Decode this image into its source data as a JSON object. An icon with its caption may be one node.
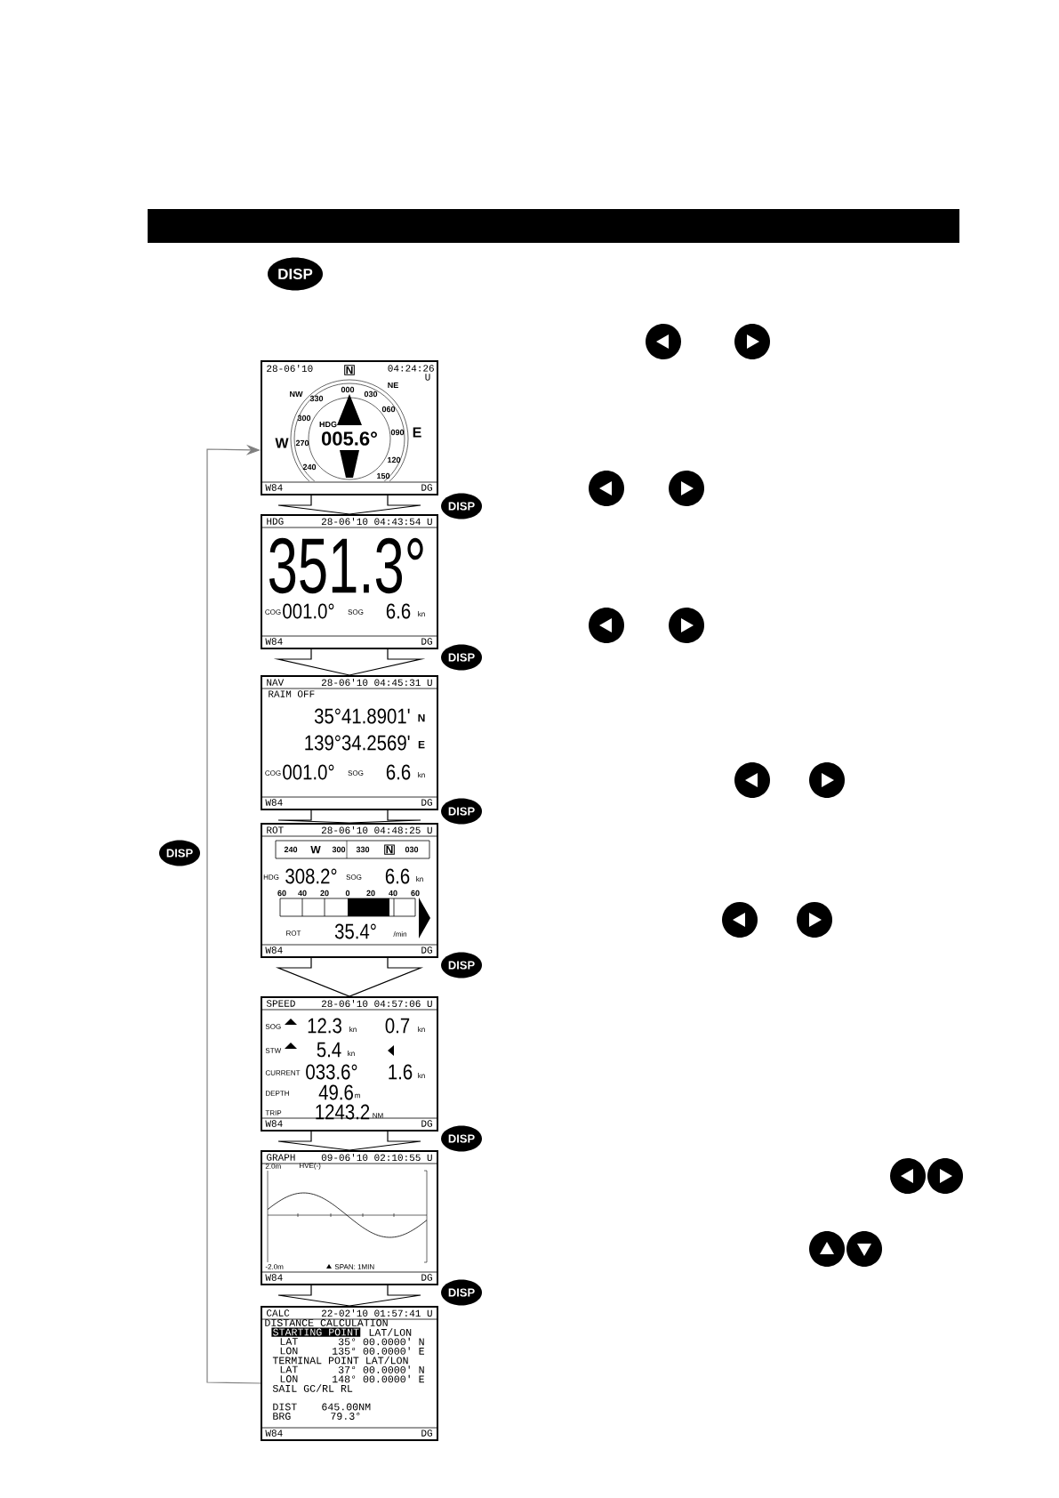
{
  "diagram": {
    "nodes": [
      {
        "text": [
          "DISP"
        ]
      },
      {
        "text": [
          "28-06'10",
          "N",
          "04:24:26",
          "U",
          "NW",
          "330",
          "000",
          "030",
          "NE",
          "060",
          "300",
          "HDG",
          "005.6°",
          "090",
          "E",
          "W",
          "270",
          "120",
          "240",
          "150",
          "W84",
          "DG"
        ]
      },
      {
        "text": [
          "HDG",
          "28-06'10 04:43:54 U",
          "351.3°",
          "COG",
          "001.0°",
          "SOG",
          "6.6",
          "kn",
          "W84",
          "DG"
        ]
      },
      {
        "text": [
          "NAV",
          "28-06'10 04:45:31 U",
          "RAIM OFF",
          "35°41.8901'",
          "N",
          "139°34.2569'",
          "E",
          "COG",
          "001.0°",
          "SOG",
          "6.6",
          "kn",
          "W84",
          "DG"
        ]
      },
      {
        "text": [
          "ROT",
          "28-06'10 04:48:25 U",
          "240",
          "W",
          "300",
          "330",
          "N",
          "030",
          "HDG",
          "308.2°",
          "SOG",
          "6.6",
          "kn",
          "60",
          "40",
          "20",
          "0",
          "20",
          "40",
          "60",
          "ROT",
          "35.4°",
          "/min",
          "W84",
          "DG"
        ]
      },
      {
        "text": [
          "SPEED",
          "28-06'10 04:57:06 U",
          "SOG",
          "12.3",
          "kn",
          "0.7",
          "kn",
          "STW",
          "5.4",
          "kn",
          "CURRENT",
          "033.6°",
          "1.6",
          "kn",
          "DEPTH",
          "49.6",
          "m",
          "TRIP",
          "1243.2",
          "NM",
          "W84",
          "DG"
        ]
      },
      {
        "text": [
          "GRAPH",
          "09-06'10 02:10:55 U",
          "2.0m",
          "HVE(-)",
          "-2.0m",
          "SPAN: 1MIN",
          "W84",
          "DG"
        ]
      },
      {
        "text": [
          "CALC",
          "22-02'10 01:57:41 U",
          "DISTANCE CALCULATION",
          "STARTING POINT",
          "LAT/LON",
          "LAT",
          "35° 00.0000' N",
          "LON",
          "135° 00.0000' E",
          "TERMINAL POINT LAT/LON",
          "LAT",
          "37° 00.0000' N",
          "LON",
          "148° 00.0000' E",
          "SAIL GC/RL RL",
          "DIST",
          "645.00NM",
          "BRG",
          "79.3°",
          "W84",
          "DG"
        ]
      },
      {
        "text": [
          "DISP"
        ]
      },
      {
        "text": [
          "DISP"
        ]
      },
      {
        "text": [
          "DISP"
        ]
      },
      {
        "text": [
          "DISP"
        ]
      },
      {
        "text": [
          "DISP"
        ]
      },
      {
        "text": [
          "DISP"
        ]
      },
      {
        "text": [
          "DISP"
        ]
      },
      {
        "text": [],
        "shape": "circle"
      },
      {
        "text": [],
        "shape": "circle"
      },
      {
        "text": [],
        "shape": "circle"
      },
      {
        "text": [],
        "shape": "circle"
      },
      {
        "text": [],
        "shape": "circle"
      },
      {
        "text": [],
        "shape": "circle"
      },
      {
        "text": [],
        "shape": "circle"
      },
      {
        "text": [],
        "shape": "circle"
      },
      {
        "text": [],
        "shape": "circle"
      },
      {
        "text": [],
        "shape": "circle"
      },
      {
        "text": [],
        "shape": "circle"
      },
      {
        "text": [],
        "shape": "circle"
      },
      {
        "text": [],
        "shape": "circle"
      },
      {
        "text": [],
        "shape": "circle"
      }
    ],
    "edges": [
      {
        "from": 1,
        "to": 2,
        "arrow": "to"
      },
      {
        "from": 2,
        "to": 3,
        "arrow": "to"
      },
      {
        "from": 3,
        "to": 4,
        "arrow": "to"
      },
      {
        "from": 4,
        "to": 5,
        "arrow": "to"
      },
      {
        "from": 5,
        "to": 6,
        "arrow": "to"
      },
      {
        "from": 6,
        "to": 7,
        "arrow": "to"
      },
      {
        "from": 7,
        "to": 1,
        "arrow": "to",
        "color": "#808080"
      }
    ]
  }
}
